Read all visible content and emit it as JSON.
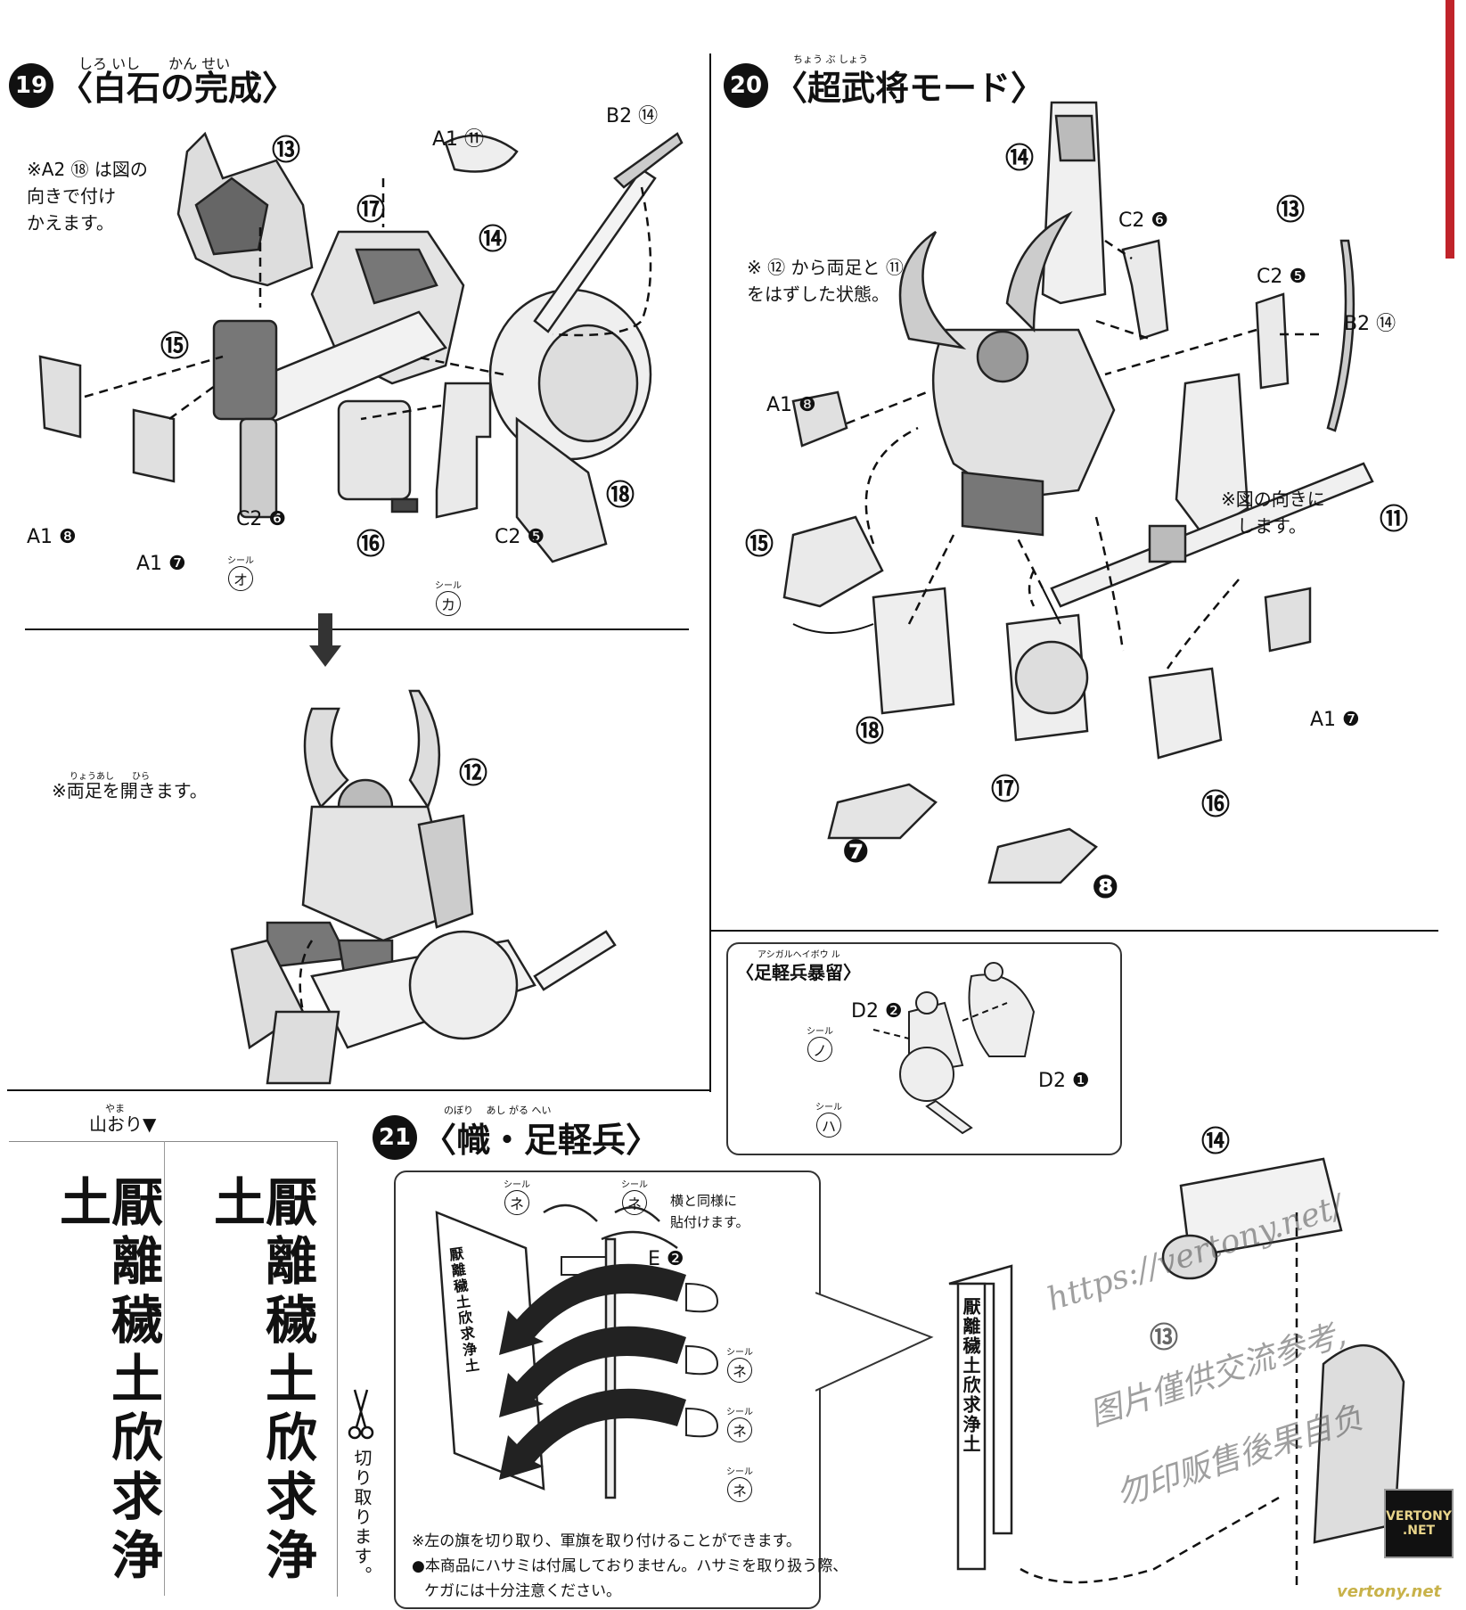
{
  "step19": {
    "num": "19",
    "title": "〈白石の完成〉",
    "ruby": "しろ いし　　かん せい",
    "note_lines": [
      "※A2 ⑱ は図の",
      "向きで付け",
      "かえます。"
    ],
    "labels": {
      "a1_11": "A1 ⑪",
      "b2_14": "B2 ⑭",
      "a1_8": "A1 ❽",
      "a1_7": "A1 ❼",
      "c2_6": "C2 ❻",
      "c2_5": "C2 ❺"
    },
    "part_nums": [
      "⑬",
      "⑰",
      "⑭",
      "⑮",
      "⑯",
      "⑱",
      "⑫"
    ],
    "seal_o": "オ",
    "seal_ka": "カ",
    "seal_word": "シール",
    "note2": "※両足を開きます。",
    "note2_ruby": "りょうあし　　ひら"
  },
  "step20": {
    "num": "20",
    "title": "〈超武将モード〉",
    "ruby": "ちょう ぶ しょう",
    "note_lines": [
      "※ ⑫ から両足と ⑪",
      "をはずした状態。"
    ],
    "note2_lines": [
      "※図の向きに",
      "します。"
    ],
    "labels": {
      "c2_6": "C2 ❻",
      "c2_5": "C2 ❺",
      "b2_14": "B2 ⑭",
      "a1_8": "A1 ❽",
      "a1_7": "A1 ❼"
    },
    "part_nums": [
      "⑭",
      "⑬",
      "⑮",
      "⑪",
      "⑱",
      "⑰",
      "⑯",
      "❼",
      "❽"
    ]
  },
  "box": {
    "ruby": "アシガルヘイボウ ル",
    "title": "〈足軽兵暴留〉",
    "d2_2": "D2 ❷",
    "d2_1": "D2 ❶",
    "seal_no": "ノ",
    "seal_ha": "ハ",
    "seal_word": "シール"
  },
  "fold": {
    "ruby": "やま",
    "label": "山おり▼"
  },
  "banner_text": "厭離穢土欣求浄土",
  "cut_label": "切り取ります。",
  "step21": {
    "num": "21",
    "title": "〈幟・足軽兵〉",
    "ruby": "のぼり　 あし がる へい",
    "seal_word": "シール",
    "seal_ne": "ネ",
    "same_note": [
      "横と同様に",
      "貼付けます。"
    ],
    "e2": "E ❷",
    "footnote_1": "※左の旗を切り取り、軍旗を取り付けることができます。",
    "footnote_2": "●本商品にハサミは付属しておりません。ハサミを取り扱う際、",
    "footnote_3": "ケガには十分注意ください。",
    "part_14": "⑭",
    "part_13": "⑬"
  },
  "watermark": {
    "url": "https://vertony.net/",
    "line2": "图片僅供交流参考,",
    "line3": "勿印贩售後果自负",
    "logo_top": "VERTONY",
    "logo_bottom": ".NET",
    "corner": "vertony.net"
  }
}
